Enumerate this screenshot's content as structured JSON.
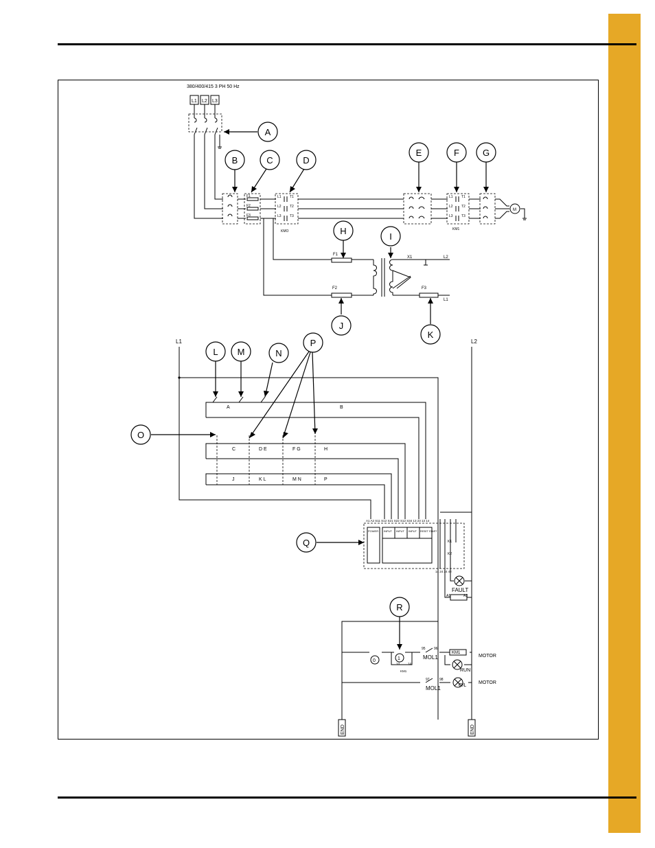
{
  "header": {
    "brand_color": "#e6a826"
  },
  "diagram": {
    "supply_label": "380/400/415 3 PH 50 Hz",
    "phase_labels": [
      "L1",
      "L2",
      "L3"
    ],
    "fuse_labels": [
      "F1",
      "F2",
      "F3"
    ],
    "contactor_terms": [
      "L1",
      "T1",
      "L2",
      "T2",
      "L3",
      "T3"
    ],
    "kmo": "KMO",
    "km1": "KM1",
    "motor": "M",
    "x1": "X1",
    "tf_l2": "L2",
    "tf_l1": "L1",
    "ctrl_f1": "F1",
    "ctrl_f2": "F2",
    "ctrl_f3": "F3",
    "rail_l1": "L1",
    "rail_l2": "L2",
    "callouts": [
      "A",
      "B",
      "C",
      "D",
      "E",
      "F",
      "G",
      "H",
      "I",
      "J",
      "K",
      "L",
      "M",
      "N",
      "O",
      "P",
      "Q",
      "R"
    ],
    "switch_letters_row1": [
      "A",
      "B"
    ],
    "switch_letters_row2": [
      "C",
      "D E",
      "F G",
      "H"
    ],
    "switch_letters_row3": [
      "J",
      "K L",
      "M N",
      "P"
    ],
    "relay_terms": "A1  A2   S11 S12 S21 S22  S12 S34   13  23  13  14",
    "relay_power": "POWER",
    "relay_input1": "INPUT",
    "relay_input2": "INPUT",
    "relay_input3": "INPUT",
    "relay_reset": "RESET START",
    "relay_k1": "K1",
    "relay_k2": "K2",
    "relay_bottom_terms": "14  24  34  42",
    "fault": "FAULT",
    "a1": "A1",
    "a2": "A2",
    "stop_btn": "0",
    "start_btn": "1",
    "t13": "13",
    "t14": "14",
    "km1_small": "KM1",
    "t95": "95",
    "t96": "96",
    "mol1_a": "MOL1",
    "km1_coil": "KM1",
    "motor_run_label": "MOTOR",
    "run": "RUN",
    "t97": "97",
    "t98": "98",
    "mol1_b": "MOL1",
    "ol": "O/L",
    "motor_ol_label": "MOTOR",
    "end_left": "END",
    "end_right": "END"
  }
}
